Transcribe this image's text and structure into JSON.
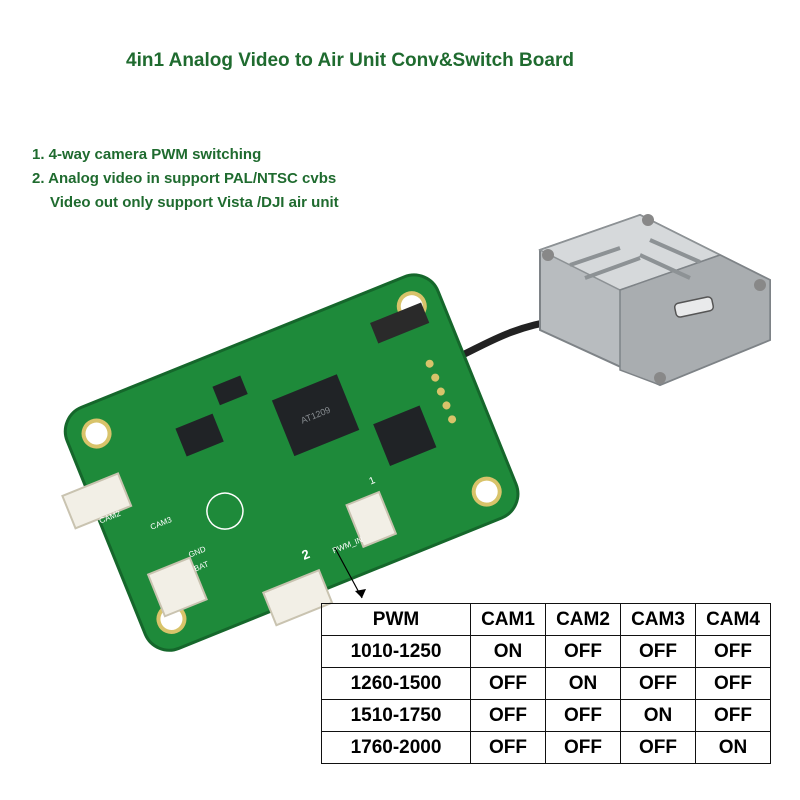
{
  "title": "4in1 Analog Video to Air Unit Conv&Switch Board",
  "features": [
    "1. 4-way camera PWM switching",
    "2. Analog video in support PAL/NTSC cvbs",
    "Video out only support Vista /DJI air unit"
  ],
  "board_labels": {
    "cam2": "CAM2",
    "cam3": "CAM3",
    "gnd": "GND",
    "bat": "BAT",
    "pwm_in": "PWM_IN",
    "p2": "2",
    "p1": "1",
    "chip": "AT1209"
  },
  "table": {
    "headers": [
      "PWM",
      "CAM1",
      "CAM2",
      "CAM3",
      "CAM4"
    ],
    "rows": [
      [
        "1010-1250",
        "ON",
        "OFF",
        "OFF",
        "OFF"
      ],
      [
        "1260-1500",
        "OFF",
        "ON",
        "OFF",
        "OFF"
      ],
      [
        "1510-1750",
        "OFF",
        "OFF",
        "ON",
        "OFF"
      ],
      [
        "1760-2000",
        "OFF",
        "OFF",
        "OFF",
        "ON"
      ]
    ]
  },
  "colors": {
    "pcb_green": "#1e8a3a",
    "text_green": "#1f6b2f",
    "air_unit_silver": "#b8bcbf"
  }
}
